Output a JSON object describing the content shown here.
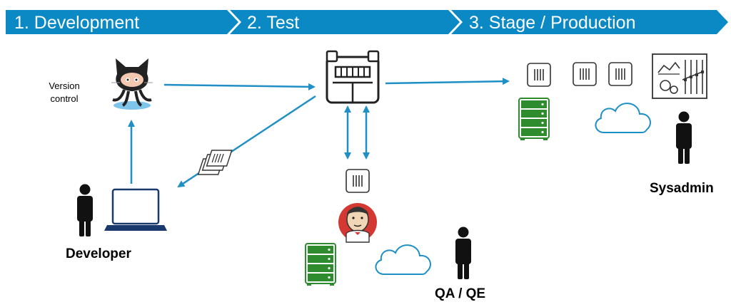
{
  "stages": [
    {
      "label": "1. Development"
    },
    {
      "label": "2. Test"
    },
    {
      "label": "3. Stage / Production"
    }
  ],
  "roles": {
    "developer": "Developer",
    "qa": "QA / QE",
    "sysadmin": "Sysadmin"
  },
  "version_control": {
    "line1": "Version",
    "line2": "control"
  },
  "colors": {
    "banner": "#0a89c4",
    "arrow": "#1f8fc6",
    "server": "#2e8b2e",
    "cloud": "#1f8fc6"
  },
  "icons": [
    "github-octocat-icon",
    "container-registry-icon",
    "container-icon",
    "server-rack-icon",
    "cloud-icon",
    "laptop-icon",
    "person-icon",
    "jenkins-icon",
    "documents-icon",
    "dashboard-icon"
  ]
}
